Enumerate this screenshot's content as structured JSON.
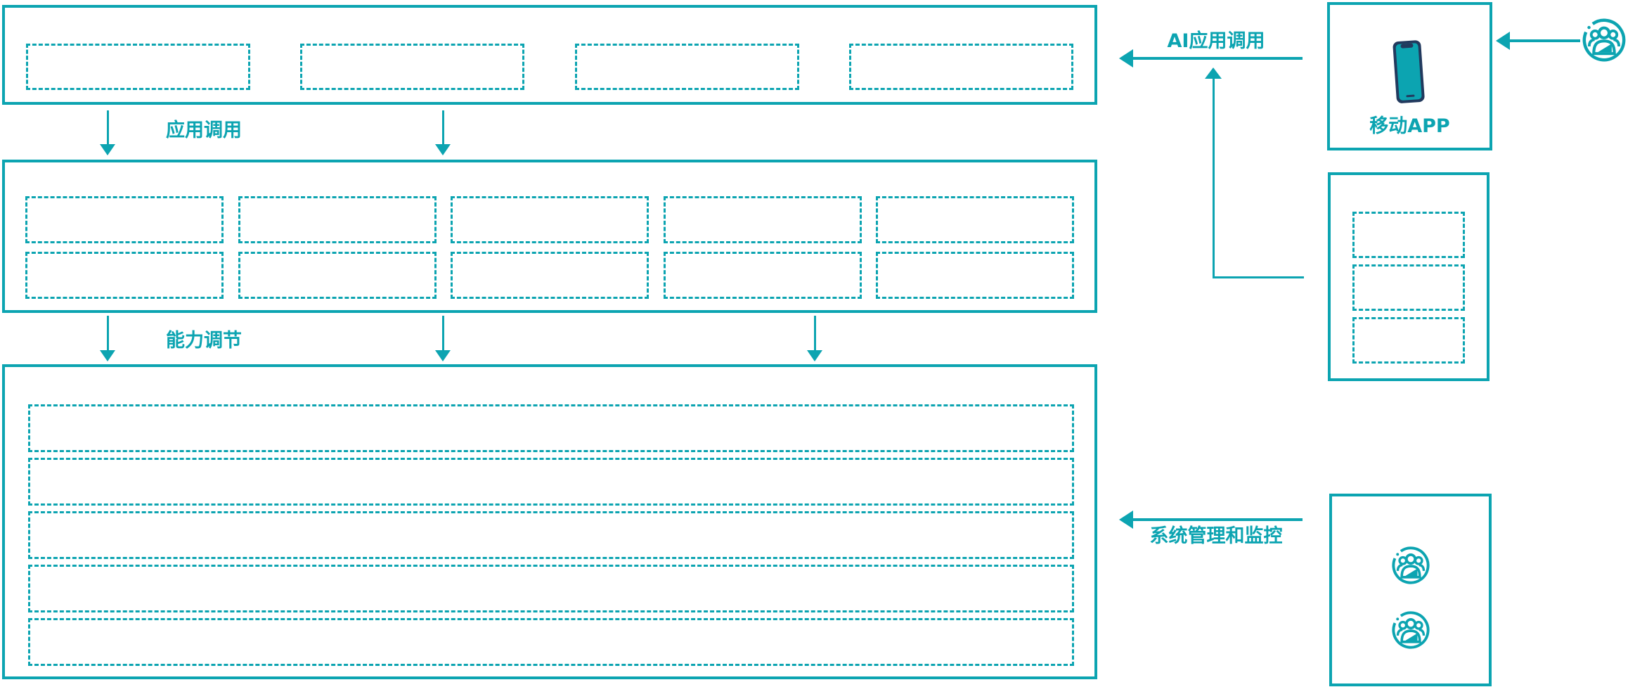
{
  "diagram": {
    "title_hint": "AI capability platform architecture diagram",
    "colors": {
      "accent": "#0CA4B1",
      "navy": "#223A5E"
    },
    "flow_labels": {
      "app_call": "应用调用",
      "capability_adjust": "能力调节",
      "ai_app_call": "AI应用调用",
      "system_management": "系统管理和监控"
    },
    "right_panel": {
      "mobile_app_label": "移动APP"
    },
    "layers": {
      "application_layer": {
        "placeholder_count": 4
      },
      "capability_layer": {
        "rows": 2,
        "columns": 5,
        "cell_count": 10
      },
      "platform_layer": {
        "row_count": 5
      },
      "modules_box": {
        "placeholder_count": 3
      },
      "admin_box": {
        "user_icon_count": 2
      }
    },
    "icons": {
      "mobile_phone": "mobile-phone-icon",
      "user_group": "user-group-icon"
    }
  }
}
